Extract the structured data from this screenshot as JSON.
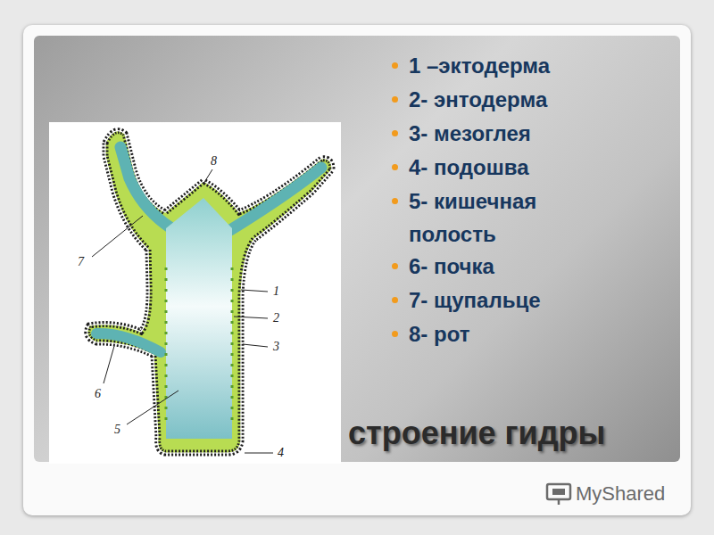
{
  "diagram": {
    "title": "строение гидры",
    "labels": [
      "1 –эктодерма",
      "2- энтодерма",
      "3- мезоглея",
      "4- подошва",
      "5- кишечная полость",
      "6- почка",
      "7- щупальце",
      "8- рот",
      "1",
      "2",
      "3",
      "4",
      "5",
      "6",
      "7",
      "8",
      "MyShared"
    ]
  }
}
